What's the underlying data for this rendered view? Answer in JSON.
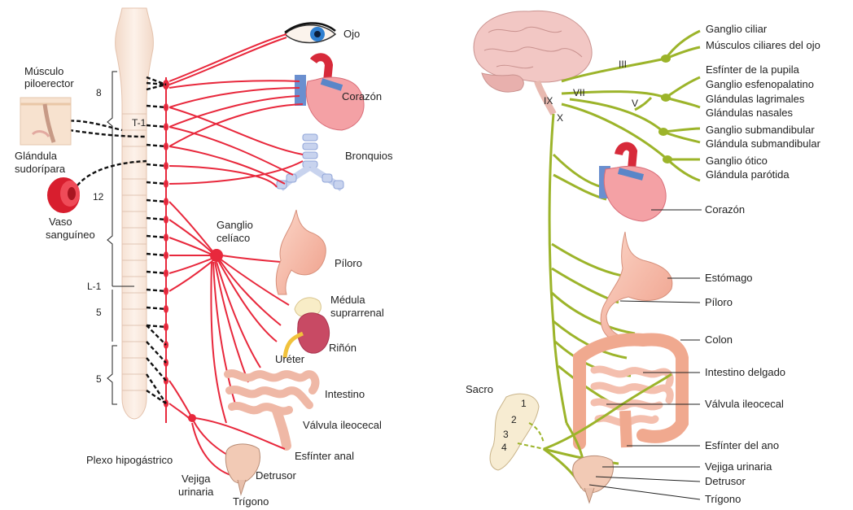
{
  "left": {
    "labels": {
      "ojo": "Ojo",
      "corazon": "Corazón",
      "bronquios": "Bronquios",
      "ganglio_celiaco": [
        "Ganglio",
        "celíaco"
      ],
      "piloro": "Píloro",
      "medula_suprarrenal": [
        "Médula",
        "suprarrenal"
      ],
      "rinon": "Riñón",
      "ureter": "Uréter",
      "intestino": "Intestino",
      "valvula_ileocecal": "Válvula ileocecal",
      "esfinter_anal": "Esfínter anal",
      "detrusor": "Detrusor",
      "vejiga_urinaria": [
        "Vejiga",
        "urinaria"
      ],
      "trigono": "Trígono",
      "plexo_hipogastrico": "Plexo hipogástrico",
      "musculo_piloerector": [
        "Músculo",
        "piloerector"
      ],
      "glandula_sudoripara": [
        "Glándula",
        "sudorípara"
      ],
      "vaso_sanguineo": [
        "Vaso",
        "sanguíneo"
      ]
    },
    "spine_markers": [
      "8",
      "T-1",
      "12",
      "L-1",
      "5",
      "5"
    ]
  },
  "right": {
    "labels": {
      "ganglio_ciliar": "Ganglio ciliar",
      "musculos_ciliares": "Músculos ciliares del ojo",
      "esfinter_pupila": "Esfínter de la pupila",
      "ganglio_esfenopalatino": "Ganglio esfenopalatino",
      "glandulas_lagrimales": "Glándulas lagrimales",
      "glandulas_nasales": "Glándulas nasales",
      "ganglio_submandibular": "Ganglio submandibular",
      "glandula_submandibular": "Glándula submandibular",
      "ganglio_otico": "Ganglio ótico",
      "glandula_parotida": "Glándula parótida",
      "corazon": "Corazón",
      "estomago": "Estómago",
      "piloro": "Píloro",
      "colon": "Colon",
      "intestino_delgado": "Intestino delgado",
      "valvula_ileocecal": "Válvula ileocecal",
      "esfinter_ano": "Esfínter del ano",
      "vejiga_urinaria": "Vejiga urinaria",
      "detrusor": "Detrusor",
      "trigono": "Trígono",
      "sacro": "Sacro"
    },
    "cranial_nerves": [
      "III",
      "VII",
      "V",
      "IX",
      "X"
    ],
    "sacral_segments": [
      "1",
      "2",
      "3",
      "4"
    ]
  },
  "colors": {
    "sympathetic": "#e8283c",
    "parasympathetic": "#9cb42a",
    "organ_pink": "#f3b7a4",
    "spine": "#f7e3d6"
  }
}
